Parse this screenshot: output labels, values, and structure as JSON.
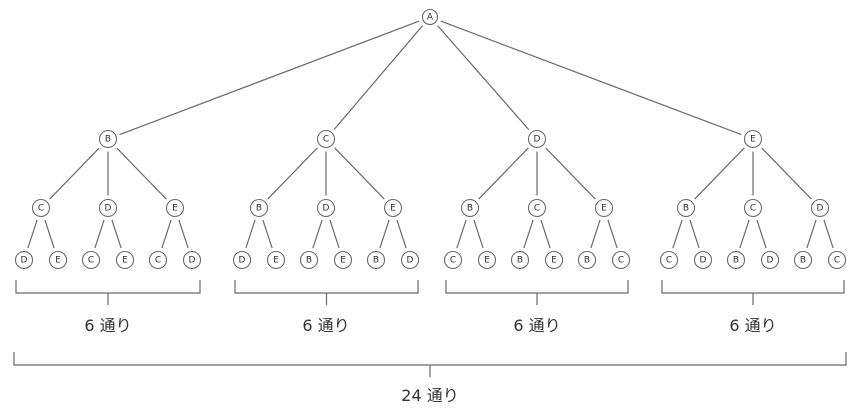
{
  "tree": {
    "label": "A",
    "children": [
      {
        "label": "B",
        "children": [
          {
            "label": "C",
            "children": [
              {
                "label": "D"
              },
              {
                "label": "E"
              }
            ]
          },
          {
            "label": "D",
            "children": [
              {
                "label": "C"
              },
              {
                "label": "E"
              }
            ]
          },
          {
            "label": "E",
            "children": [
              {
                "label": "C"
              },
              {
                "label": "D"
              }
            ]
          }
        ]
      },
      {
        "label": "C",
        "children": [
          {
            "label": "B",
            "children": [
              {
                "label": "D"
              },
              {
                "label": "E"
              }
            ]
          },
          {
            "label": "D",
            "children": [
              {
                "label": "B"
              },
              {
                "label": "E"
              }
            ]
          },
          {
            "label": "E",
            "children": [
              {
                "label": "B"
              },
              {
                "label": "D"
              }
            ]
          }
        ]
      },
      {
        "label": "D",
        "children": [
          {
            "label": "B",
            "children": [
              {
                "label": "C"
              },
              {
                "label": "E"
              }
            ]
          },
          {
            "label": "C",
            "children": [
              {
                "label": "B"
              },
              {
                "label": "E"
              }
            ]
          },
          {
            "label": "E",
            "children": [
              {
                "label": "B"
              },
              {
                "label": "C"
              }
            ]
          }
        ]
      },
      {
        "label": "E",
        "children": [
          {
            "label": "B",
            "children": [
              {
                "label": "C"
              },
              {
                "label": "D"
              }
            ]
          },
          {
            "label": "C",
            "children": [
              {
                "label": "B"
              },
              {
                "label": "D"
              }
            ]
          },
          {
            "label": "D",
            "children": [
              {
                "label": "B"
              },
              {
                "label": "C"
              }
            ]
          }
        ]
      }
    ]
  },
  "group_labels": [
    "6 通り",
    "6 通り",
    "6 通り",
    "6 通り"
  ],
  "total_label": "24 通り"
}
